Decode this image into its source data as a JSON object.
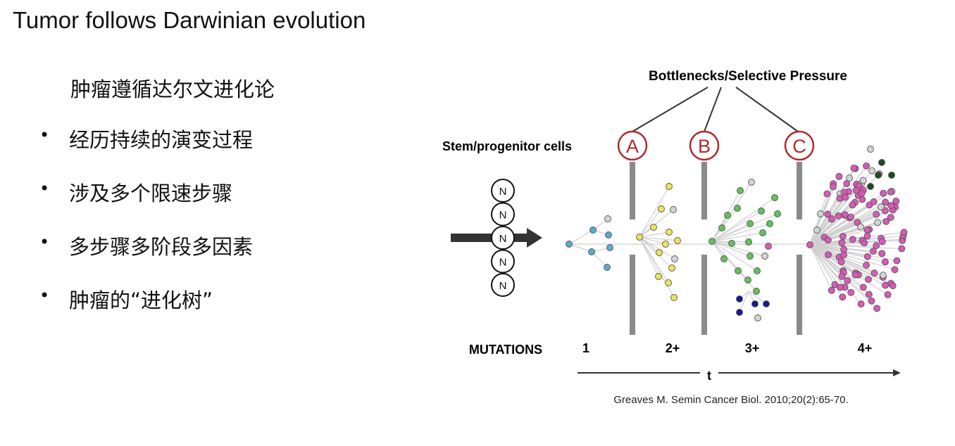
{
  "slide": {
    "title": "Tumor follows Darwinian evolution",
    "subtitle": "肿瘤遵循达尔文进化论",
    "bullets": [
      "经历持续的演变过程",
      "涉及多个限速步骤",
      "多步骤多阶段多因素",
      "肿瘤的“进化树”"
    ]
  },
  "figure": {
    "bottleneck_label": "Bottlenecks/Selective Pressure",
    "stem_label": "Stem/progenitor cells",
    "stem_cell_letter": "N",
    "stem_cell_count": 5,
    "bottlenecks": [
      "A",
      "B",
      "C"
    ],
    "mutations_label": "MUTATIONS",
    "mutation_stages": [
      "1",
      "2+",
      "3+",
      "4+"
    ],
    "time_label": "t",
    "citation": "Greaves M. Semin Cancer Biol. 2010;20(2):65-70.",
    "colors": {
      "stage_1": "#5aa9d6",
      "stage_2": "#ece35a",
      "stage_3": "#62c25a",
      "stage_3_sub": "#1a1a8c",
      "stage_4": "#d85ab8",
      "stage_4_sub": "#1f4a1f",
      "ghost": "#d4d4d4",
      "bottleneck_bar": "#8a8a8a",
      "bottleneck_badge": "#b02a2a"
    }
  }
}
